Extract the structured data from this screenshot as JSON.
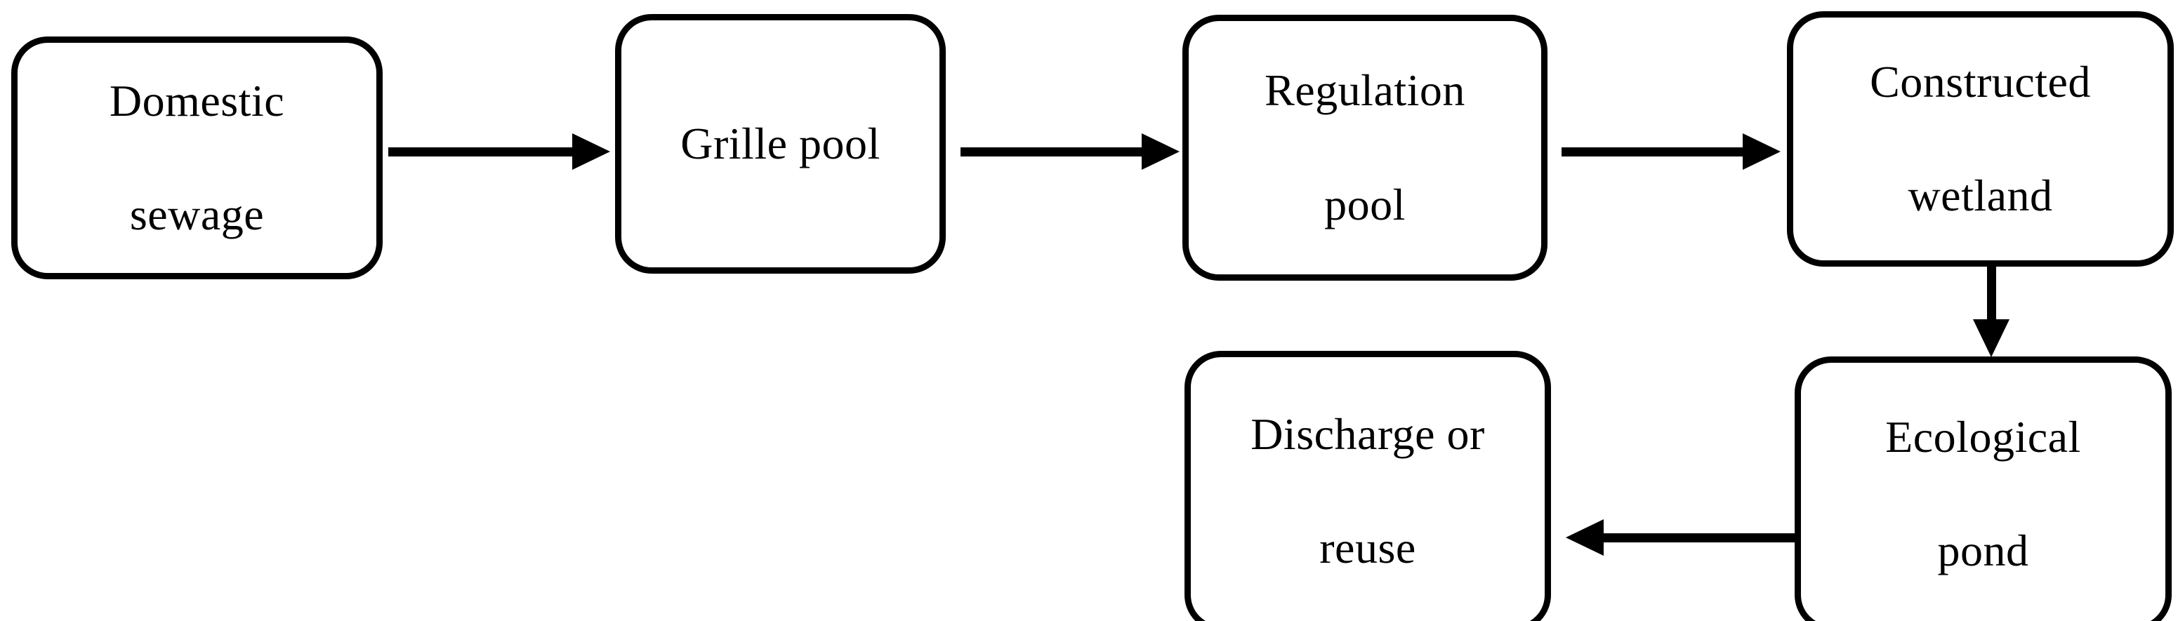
{
  "diagram": {
    "type": "flowchart",
    "orientation": "horizontal-then-serpentine",
    "background_color": "#ffffff",
    "stroke_color": "#000000",
    "text_color": "#000000",
    "nodes": [
      {
        "id": "domestic-sewage",
        "lines": [
          "Domestic",
          "sewage"
        ]
      },
      {
        "id": "grille-pool",
        "lines": [
          "Grille pool"
        ]
      },
      {
        "id": "regulation-pool",
        "lines": [
          "Regulation",
          "pool"
        ]
      },
      {
        "id": "constructed-wetland",
        "lines": [
          "Constructed",
          "wetland"
        ]
      },
      {
        "id": "discharge-reuse",
        "lines": [
          "Discharge or",
          "reuse"
        ]
      },
      {
        "id": "ecological-pond",
        "lines": [
          "Ecological",
          "pond"
        ]
      }
    ],
    "edges": [
      {
        "id": "sewage-to-grille",
        "from": "domestic-sewage",
        "to": "grille-pool",
        "direction": "right"
      },
      {
        "id": "grille-to-regulation",
        "from": "grille-pool",
        "to": "regulation-pool",
        "direction": "right"
      },
      {
        "id": "regulation-to-wetland",
        "from": "regulation-pool",
        "to": "constructed-wetland",
        "direction": "right"
      },
      {
        "id": "wetland-to-pond",
        "from": "constructed-wetland",
        "to": "ecological-pond",
        "direction": "down"
      },
      {
        "id": "pond-to-discharge",
        "from": "ecological-pond",
        "to": "discharge-reuse",
        "direction": "left"
      }
    ]
  }
}
